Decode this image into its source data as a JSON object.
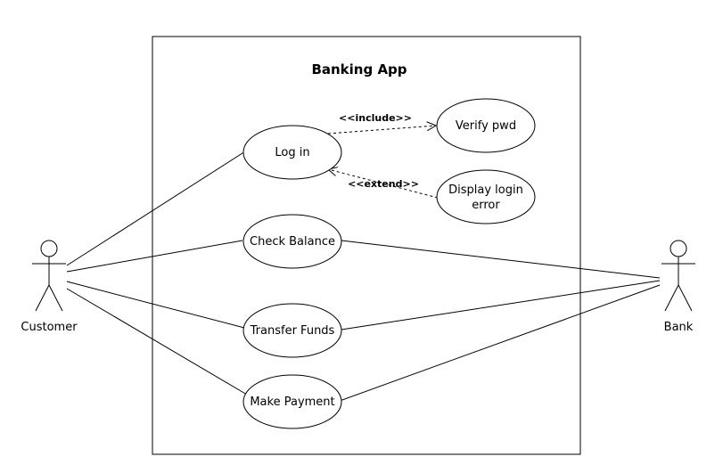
{
  "system": {
    "title": "Banking App"
  },
  "actors": {
    "customer": "Customer",
    "bank": "Bank"
  },
  "use_cases": {
    "log_in": "Log in",
    "verify_pwd": "Verify pwd",
    "display_login_error_line1": "Display login",
    "display_login_error_line2": "error",
    "check_balance": "Check Balance",
    "transfer_funds": "Transfer Funds",
    "make_payment": "Make Payment"
  },
  "relations": {
    "include": "<<include>>",
    "extend": "<<extend>>"
  }
}
